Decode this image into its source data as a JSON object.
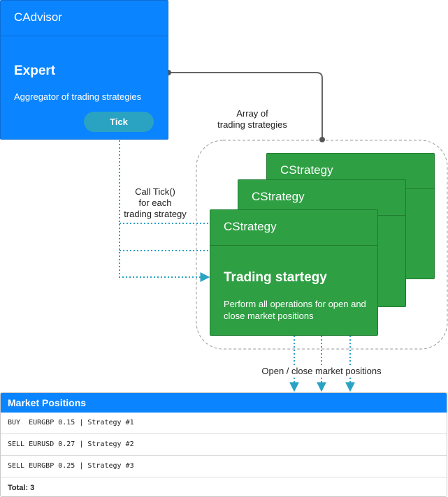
{
  "advisor": {
    "class_name": "CAdvisor",
    "title": "Expert",
    "description": "Aggregator of trading strategies",
    "tick_button": "Tick"
  },
  "array_label": [
    "Array of",
    "trading strategies"
  ],
  "call_label": [
    "Call Tick()",
    "for each",
    "trading strategy"
  ],
  "strategies": {
    "class_name": "CStrategy",
    "title": "Trading startegy",
    "description": "Perform all operations for open and close market positions"
  },
  "positions_label": "Open / close market positions",
  "market_positions": {
    "title": "Market Positions",
    "rows": [
      "BUY  EURGBP 0.15 | Strategy #1",
      "SELL EURUSD 0.27 | Strategy #2",
      "SELL EURGBP 0.25 | Strategy #3"
    ],
    "total": "Total: 3"
  },
  "colors": {
    "advisor": "#0a84ff",
    "tick": "#2aa3c3",
    "strategy": "#2ea043",
    "connector": "#666666",
    "dotted": "#2aa3c3"
  }
}
